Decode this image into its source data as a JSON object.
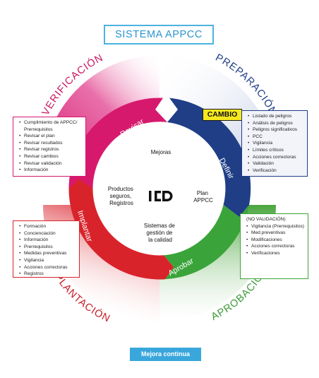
{
  "title": "SISTEMA APPCC",
  "footer": "Mejora continua",
  "change_label": "CAMBIO",
  "colors": {
    "title_border": "#4cb3e0",
    "verificacion": "#d6186e",
    "preparacion": "#1f3e86",
    "aprobacion": "#3aa43a",
    "implantacion": "#d6232a",
    "footer_bg": "#3aa7dc",
    "change_bg": "#f6e81e"
  },
  "quadrants": {
    "verificacion": {
      "label": "VERIFICACIÓN",
      "arrow": "Revisar",
      "items": [
        "Cumplimiento de APPCC/ Prerrequisitos",
        "Revisar el plan",
        "Revisar resultados",
        "Revisar registros",
        "Revisar cambios",
        "Revisar validación",
        "Información"
      ]
    },
    "preparacion": {
      "label": "PREPARACIÓN",
      "arrow": "Definir",
      "items": [
        "Listado de peligros",
        "Análisis de peligros",
        "Peligros significativos",
        "PCC",
        "Vigilancia",
        "Límites críticos",
        "Acciones correctoras",
        "Validación",
        "Verificación"
      ]
    },
    "aprobacion": {
      "label": "APROBACIÓN",
      "arrow": "Aprobar",
      "heading": "(NO VALIDACIÓN)",
      "items": [
        "Vigilancia (Prerrequisitos)",
        "Med.preventivas",
        "Modificaciones",
        "Acciones correctoras",
        "Verificaciones"
      ]
    },
    "implantacion": {
      "label": "IMPLANTACIÓN",
      "arrow": "Implantar",
      "items": [
        "Formación",
        "Concienciación",
        "Información",
        "Prerrequisitos",
        "Medidas preventivas",
        "Vigilancia",
        "Acciones correctoras",
        "Registros"
      ]
    }
  },
  "center": {
    "logo": "ICD",
    "mejoras": "Mejoras",
    "plan": [
      "Plan",
      "APPCC"
    ],
    "productos": [
      "Productos",
      "seguros,",
      "Registros"
    ],
    "sistemas": [
      "Sistemas de",
      "gestión de",
      "la calidad"
    ]
  }
}
